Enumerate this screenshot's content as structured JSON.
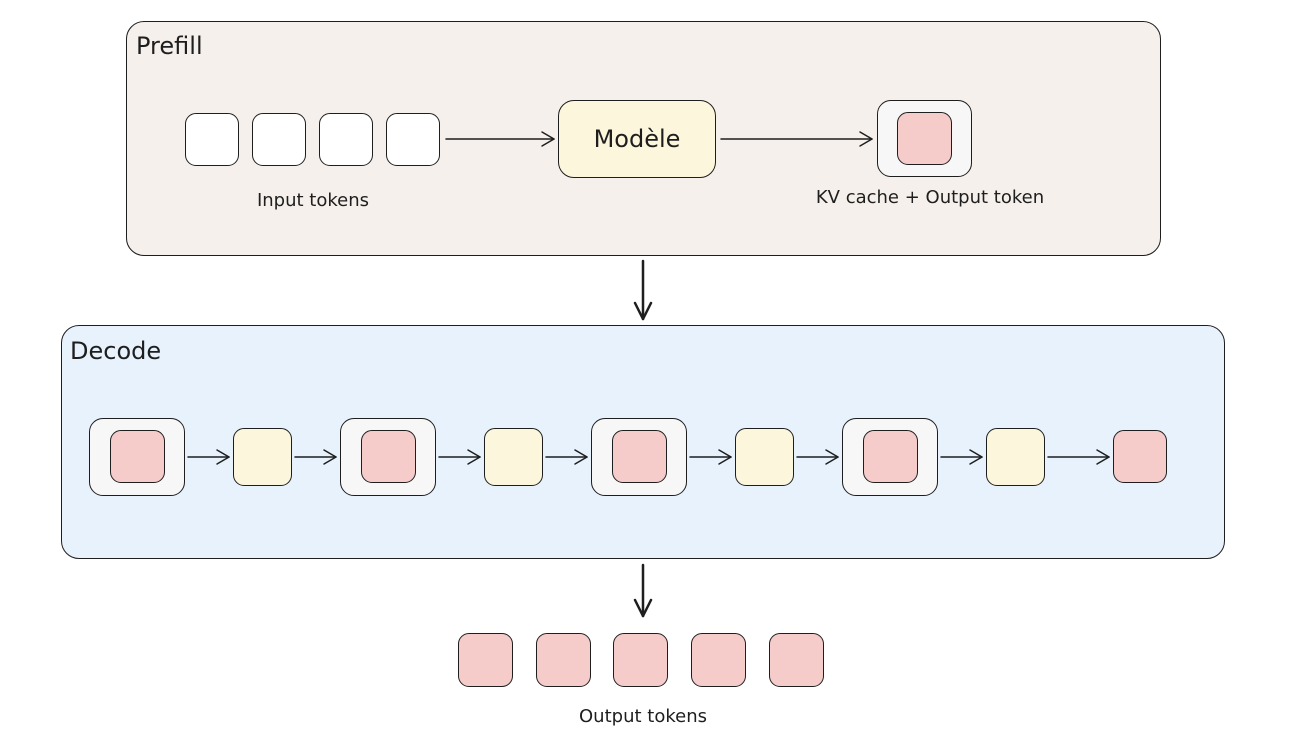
{
  "prefill": {
    "title": "Prefill",
    "model_label": "Modèle",
    "input_caption": "Input tokens",
    "output_caption": "KV cache + Output token"
  },
  "decode": {
    "title": "Decode"
  },
  "output": {
    "caption": "Output tokens"
  },
  "colors": {
    "prefill_bg": "#f5f0eb",
    "decode_bg": "#e7f2fc",
    "output_token": "#f6cccb",
    "model_fill": "#fcf6dc",
    "input_token": "#ffffff",
    "kv_cache_wrapper": "#f7f7f8"
  }
}
